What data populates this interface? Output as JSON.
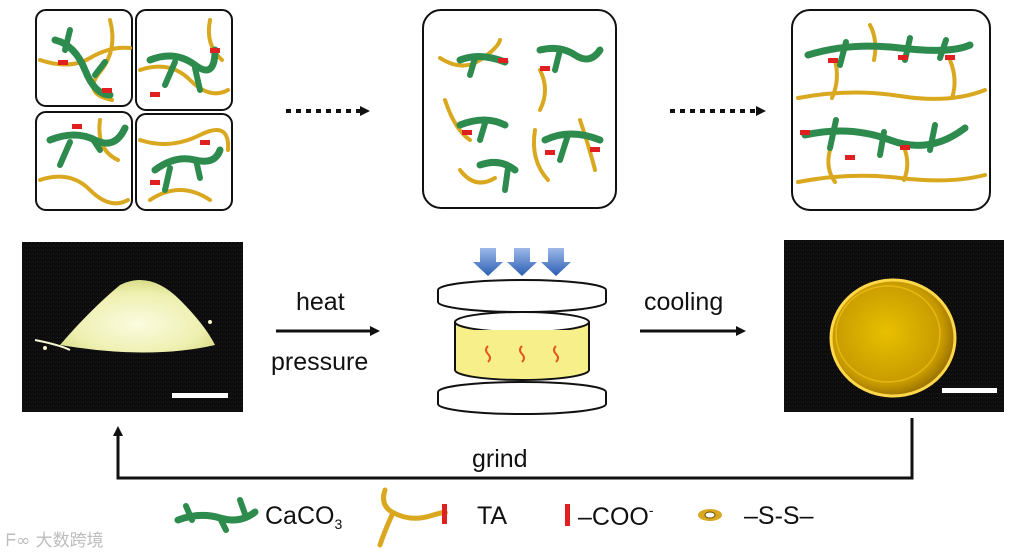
{
  "labels": {
    "heat": "heat",
    "pressure": "pressure",
    "cooling": "cooling",
    "grind": "grind"
  },
  "legend": {
    "caco3_main": "CaCO",
    "caco3_sub": "3",
    "ta": "TA",
    "coo_main": "–COO",
    "coo_sup": "-",
    "ss": "–S-S–"
  },
  "watermark": "大数跨境",
  "colors": {
    "caco3_green": "#2e8b4e",
    "ta_yellow": "#d9a81f",
    "coo_red": "#e02020",
    "press_blue": "#3a6fc0",
    "mold_fill": "#f7f08a",
    "arrow_black": "#111111"
  }
}
